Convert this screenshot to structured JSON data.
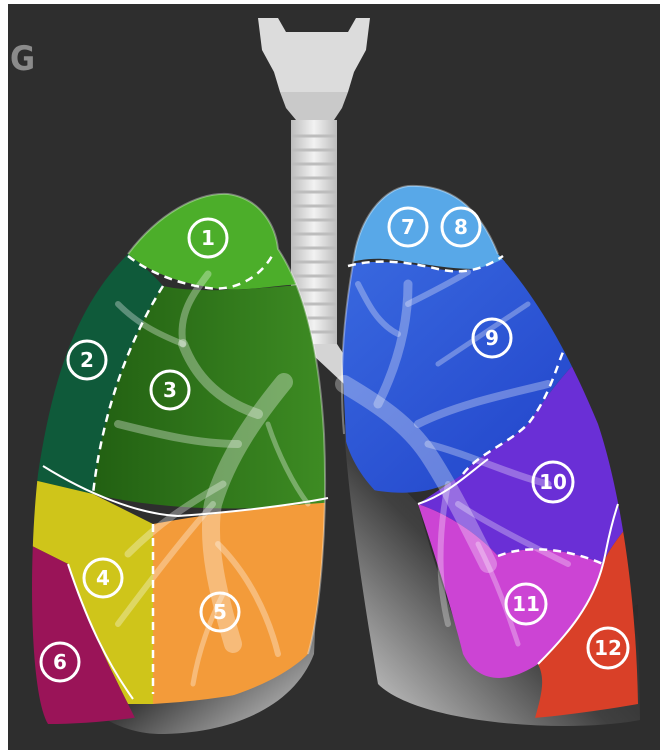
{
  "corner_text": "G",
  "segments": [
    {
      "id": "1",
      "label": "1",
      "color": "#4cae2a"
    },
    {
      "id": "2",
      "label": "2",
      "color": "#0f5a3a"
    },
    {
      "id": "3",
      "label": "3",
      "color": "#2f7d1c"
    },
    {
      "id": "4",
      "label": "4",
      "color": "#cfc51a"
    },
    {
      "id": "5",
      "label": "5",
      "color": "#f39b3a"
    },
    {
      "id": "6",
      "label": "6",
      "color": "#9a1458"
    },
    {
      "id": "7",
      "label": "7",
      "color": "#58a8e8"
    },
    {
      "id": "8",
      "label": "8",
      "color": "#58a8e8"
    },
    {
      "id": "9",
      "label": "9",
      "color": "#2b58d8"
    },
    {
      "id": "10",
      "label": "10",
      "color": "#6a2fd6"
    },
    {
      "id": "11",
      "label": "11",
      "color": "#cc44d4"
    },
    {
      "id": "12",
      "label": "12",
      "color": "#d94028"
    }
  ],
  "colors": {
    "background": "#2e2e2e",
    "frame": "#ffffff",
    "trachea": "#e6e6e6",
    "lung_shadow": "#1c1c1c"
  }
}
